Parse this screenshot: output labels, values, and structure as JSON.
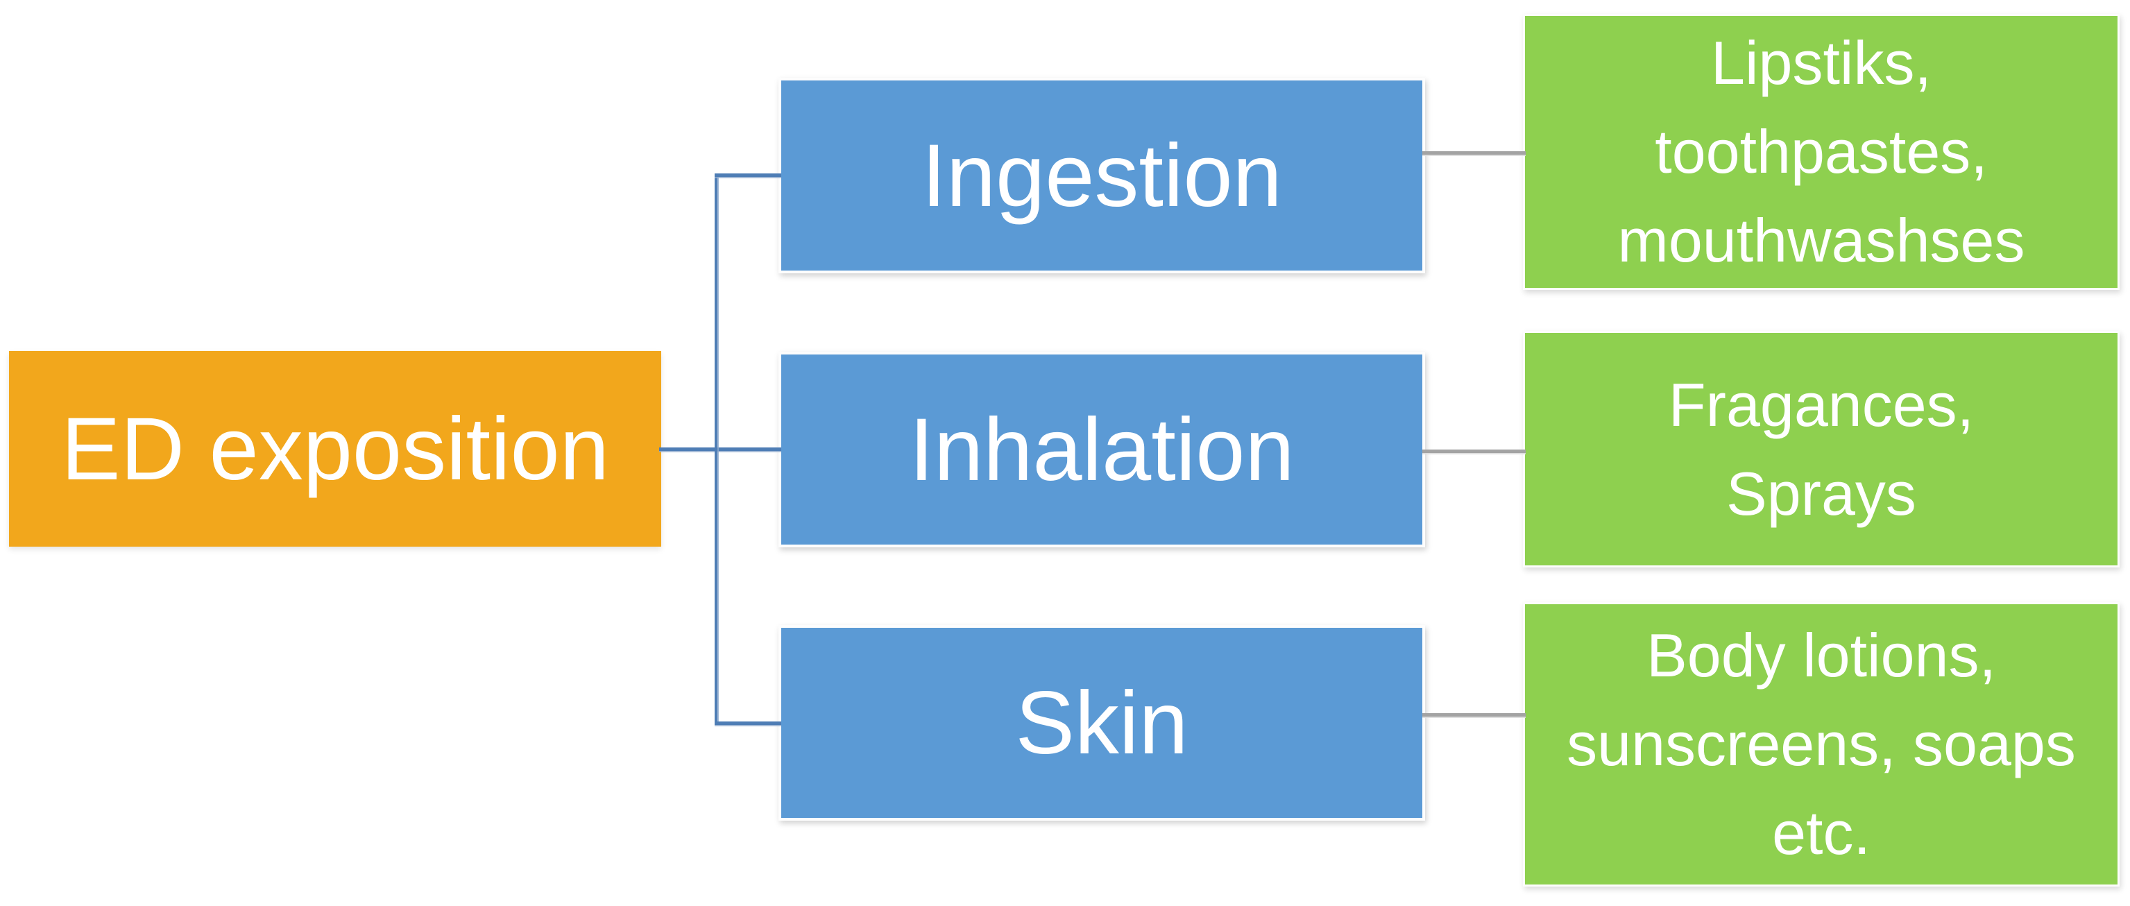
{
  "diagram": {
    "type": "flowchart",
    "background": "#FFFFFF",
    "root": {
      "label": "ED exposition",
      "color": "#F2A71C",
      "text_color": "#FFFFFF"
    },
    "branches": [
      {
        "label": "Ingestion",
        "color": "#5B9AD5",
        "leaf": {
          "color": "#8ED04F",
          "text": "Lipstiks, toothpastes, mouthwashses",
          "lines": [
            "Lipstiks,",
            "toothpastes,",
            "mouthwashses"
          ]
        }
      },
      {
        "label": "Inhalation",
        "color": "#5B9AD5",
        "leaf": {
          "color": "#8ED04F",
          "text": "Fragances, Sprays",
          "lines": [
            "Fragances,",
            "Sprays"
          ]
        }
      },
      {
        "label": "Skin",
        "color": "#5B9AD5",
        "leaf": {
          "color": "#8ED04F",
          "text": "Body lotions, sunscreens, soaps etc.",
          "lines": [
            "Body lotions,",
            "sunscreens, soaps",
            "etc."
          ]
        }
      }
    ],
    "connectors": {
      "left_color": "#4E7DB5",
      "right_color": "#A3A3A3"
    }
  }
}
